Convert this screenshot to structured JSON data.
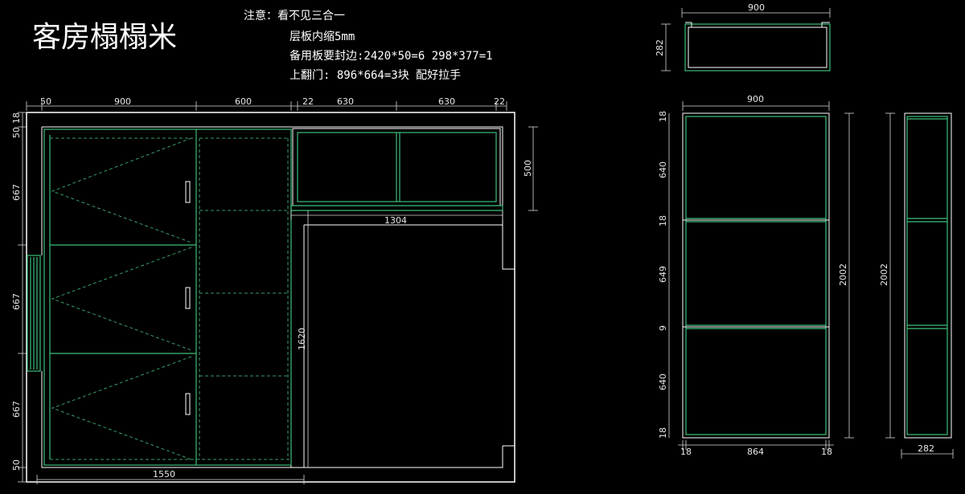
{
  "title": "客房榻榻米",
  "notes": [
    "注意：看不见三合一",
    "层板内缩5mm",
    "备用板要封边:2420*50=6  298*377=1",
    "上翻门: 896*664=3块  配好拉手"
  ],
  "plan_dims": {
    "top": [
      "50",
      "900",
      "600",
      "22",
      "630",
      "630",
      "22"
    ],
    "left": [
      "50",
      "18",
      "667",
      "667",
      "667",
      "50"
    ],
    "bottom": "1550",
    "cabinet_width": "1304",
    "cabinet_depth": "500",
    "vertical": "1620"
  },
  "box_dims": {
    "width": "900",
    "height": "282"
  },
  "front_dims": {
    "width_top": "900",
    "bottom": [
      "18",
      "864",
      "18"
    ],
    "left": [
      "18",
      "640",
      "18",
      "649",
      "9",
      "640",
      "18"
    ],
    "height": "2002"
  },
  "side_dims": {
    "height": "2002",
    "depth": "282"
  }
}
